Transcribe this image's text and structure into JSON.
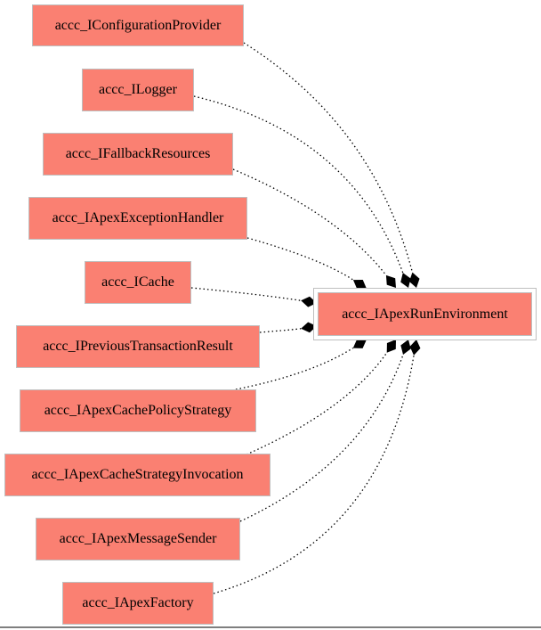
{
  "diagram": {
    "target": "accc_IApexRunEnvironment",
    "sources": [
      "accc_IConfigurationProvider",
      "accc_ILogger",
      "accc_IFallbackResources",
      "accc_IApexExceptionHandler",
      "accc_ICache",
      "accc_IPreviousTransactionResult",
      "accc_IApexCachePolicyStrategy",
      "accc_IApexCacheStrategyInvocation",
      "accc_IApexMessageSender",
      "accc_IApexFactory"
    ],
    "colors": {
      "node_fill": "#fa8072",
      "node_border": "#bfbfbf",
      "edge": "#000000"
    },
    "edge_style": "dotted",
    "arrowhead": "diamond"
  }
}
